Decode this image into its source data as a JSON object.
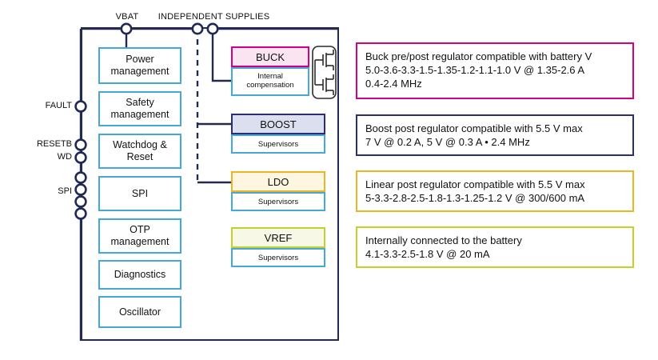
{
  "diagram": {
    "top_labels": [
      {
        "name": "vbat",
        "text": "VBAT"
      },
      {
        "name": "independent-supplies",
        "text": "INDEPENDENT SUPPLIES"
      }
    ],
    "pin_labels": [
      {
        "name": "fault",
        "text": "FAULT"
      },
      {
        "name": "resetb",
        "text": "RESETB"
      },
      {
        "name": "wd",
        "text": "WD"
      },
      {
        "name": "spi",
        "text": "SPI"
      }
    ],
    "function_blocks": [
      {
        "name": "power-management",
        "line1": "Power",
        "line2": "management"
      },
      {
        "name": "safety-management",
        "line1": "Safety",
        "line2": "management"
      },
      {
        "name": "watchdog-reset",
        "line1": "Watchdog &",
        "line2": "Reset"
      },
      {
        "name": "spi",
        "line1": "SPI",
        "line2": ""
      },
      {
        "name": "otp-management",
        "line1": "OTP",
        "line2": "management"
      },
      {
        "name": "diagnostics",
        "line1": "Diagnostics",
        "line2": ""
      },
      {
        "name": "oscillator",
        "line1": "Oscillator",
        "line2": ""
      }
    ],
    "regulators": [
      {
        "name": "buck",
        "title": "BUCK",
        "sub_line1": "Internal",
        "sub_line2": "compensation",
        "color": "#d5007f",
        "fill": "#fbe4f1"
      },
      {
        "name": "boost",
        "title": "BOOST",
        "sub_line1": "Supervisors",
        "sub_line2": "",
        "color": "#2b2f72",
        "fill": "#dcdff0"
      },
      {
        "name": "ldo",
        "title": "LDO",
        "sub_line1": "Supervisors",
        "sub_line2": "",
        "color": "#f0b323",
        "fill": "#fdf6e0"
      },
      {
        "name": "vref",
        "title": "VREF",
        "sub_line1": "Supervisors",
        "sub_line2": "",
        "color": "#c3d12b",
        "fill": "#f7f8e6"
      }
    ],
    "callouts": [
      {
        "name": "buck-callout",
        "color": "#d5007f",
        "lines": [
          "Buck pre/post regulator compatible with battery V",
          "5.0-3.6-3.3-1.5-1.35-1.2-1.1-1.0 V @ 1.35-2.6 A",
          "0.4-2.4 MHz"
        ]
      },
      {
        "name": "boost-callout",
        "color": "#2b2f72",
        "lines": [
          "Boost post regulator compatible with 5.5 V max",
          "7 V @ 0.2 A, 5 V @ 0.3 A • 2.4 MHz"
        ]
      },
      {
        "name": "ldo-callout",
        "color": "#f0b323",
        "lines": [
          "Linear post regulator compatible with 5.5 V max",
          "5-3.3-2.8-2.5-1.8-1.3-1.25-1.2 V @ 300/600 mA"
        ]
      },
      {
        "name": "vref-callout",
        "color": "#c3d12b",
        "lines": [
          "Internally connected to the battery",
          "4.1-3.3-2.5-1.8 V @ 20 mA"
        ]
      }
    ],
    "icons": {
      "mosfet_pair": "mosfet-pair-icon"
    },
    "colors": {
      "outline": "#232a52",
      "block_border": "#45a7da",
      "wire": "#232a52",
      "background": "#ffffff"
    }
  }
}
